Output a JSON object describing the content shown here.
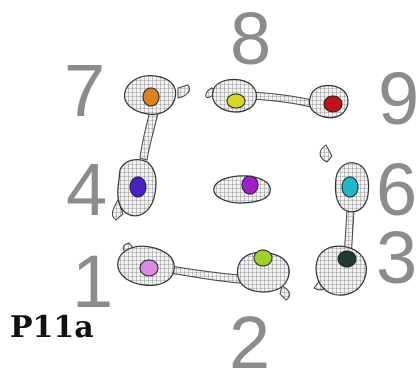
{
  "panel_label": "P11a",
  "position_labels": [
    "1",
    "2",
    "3",
    "4",
    "6",
    "7",
    "8",
    "9"
  ],
  "figures": [
    {
      "id": "1",
      "head_color": "#d98be0"
    },
    {
      "id": "2",
      "head_color": "#9bd12a"
    },
    {
      "id": "3",
      "head_color": "#1f3b32"
    },
    {
      "id": "4",
      "head_color": "#4a1fc8"
    },
    {
      "id": "5",
      "head_color": "#a020d0"
    },
    {
      "id": "6",
      "head_color": "#1fb8c8"
    },
    {
      "id": "7",
      "head_color": "#d9821f"
    },
    {
      "id": "8",
      "head_color": "#d8d820"
    },
    {
      "id": "9",
      "head_color": "#c01414"
    }
  ]
}
